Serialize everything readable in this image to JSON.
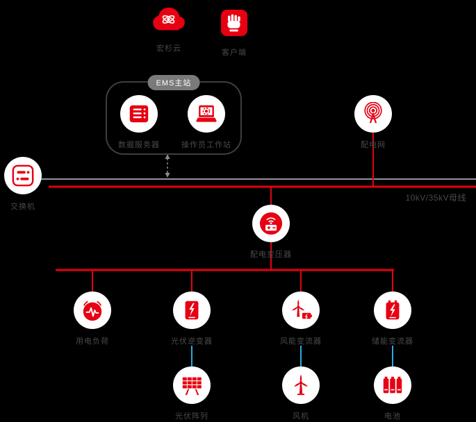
{
  "diagram": {
    "bus_label": "10kV/35kV母线",
    "ems_box": {
      "label": "EMS主站"
    },
    "colors": {
      "accent_red": "#e60012",
      "line_gray": "#969696",
      "connector_blue": "#29abe2",
      "label_gray": "#4a4a4a",
      "node_bg": "#ffffff",
      "background": "#000000"
    },
    "nodes": {
      "cloud": {
        "label": "宏杉云",
        "icon": "cloud-icon"
      },
      "client": {
        "label": "客户端",
        "icon": "client-icon"
      },
      "data_server": {
        "label": "数据服务器",
        "icon": "server-icon"
      },
      "operator_workstation": {
        "label": "操作员工作站",
        "icon": "workstation-icon"
      },
      "distribution_grid": {
        "label": "配电网",
        "icon": "antenna-icon"
      },
      "switch": {
        "label": "交换机",
        "icon": "switch-icon"
      },
      "distribution_transformer": {
        "label": "配电变压器",
        "icon": "transformer-icon"
      },
      "electric_load": {
        "label": "用电负荷",
        "icon": "load-icon"
      },
      "pv_inverter": {
        "label": "光伏逆变器",
        "icon": "inverter-icon"
      },
      "wind_converter": {
        "label": "风能变流器",
        "icon": "wind-converter-icon"
      },
      "storage_converter": {
        "label": "储能变流器",
        "icon": "storage-converter-icon"
      },
      "pv_array": {
        "label": "光伏阵列",
        "icon": "solar-panel-icon"
      },
      "wind_turbine": {
        "label": "风机",
        "icon": "wind-turbine-icon"
      },
      "battery": {
        "label": "电池",
        "icon": "battery-icon"
      }
    }
  }
}
